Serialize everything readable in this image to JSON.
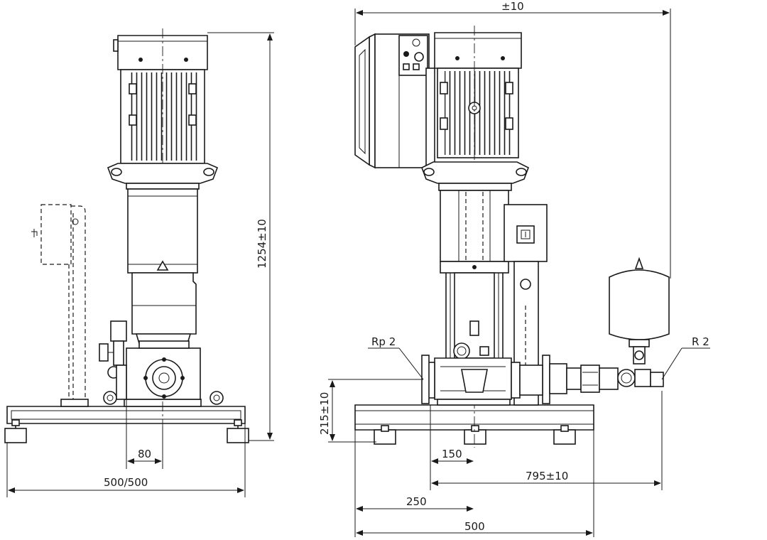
{
  "dimensions": {
    "top_width_tolerance": "±10",
    "total_height": "1254±10",
    "base_height": "215±10",
    "side_offset": "80",
    "side_base_width": "500/500",
    "front_offset_150": "150",
    "front_length": "795±10",
    "front_offset_250": "250",
    "front_base_width": "500"
  },
  "callouts": {
    "inlet_thread": "Rp 2",
    "outlet_thread": "R 2"
  }
}
